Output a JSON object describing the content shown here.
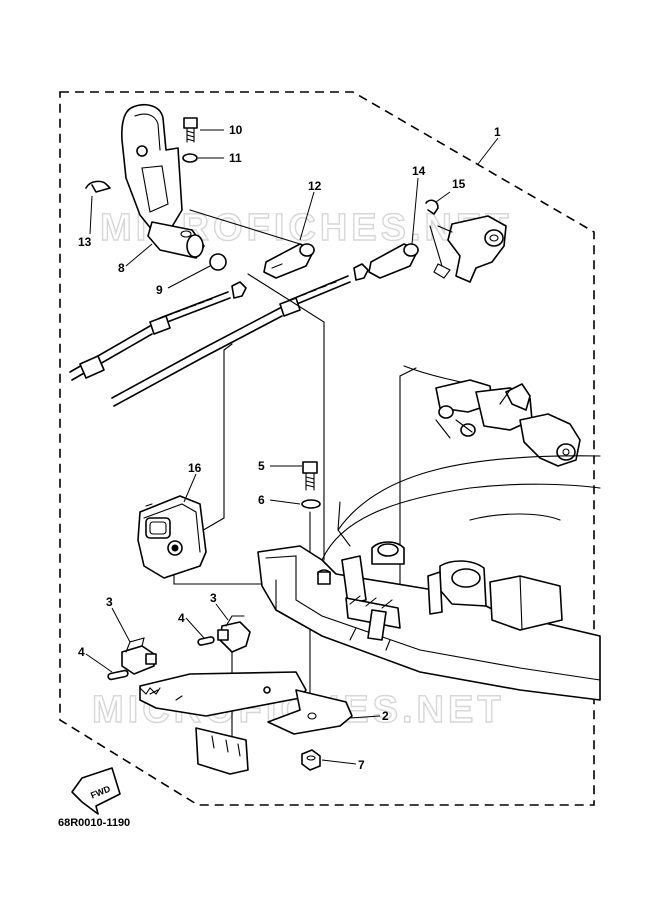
{
  "callouts": {
    "c1": "1",
    "c2": "2",
    "c3a": "3",
    "c3b": "3",
    "c4a": "4",
    "c4b": "4",
    "c5": "5",
    "c6": "6",
    "c7": "7",
    "c8": "8",
    "c9": "9",
    "c10": "10",
    "c11": "11",
    "c12": "12",
    "c13": "13",
    "c14": "14",
    "c15": "15",
    "c16": "16"
  },
  "watermark_top": "MICROFICHES.NET",
  "watermark_bottom": "MICROFICHES.NET",
  "fwd_label": "FWD",
  "drawing_code": "68R0010-1190"
}
